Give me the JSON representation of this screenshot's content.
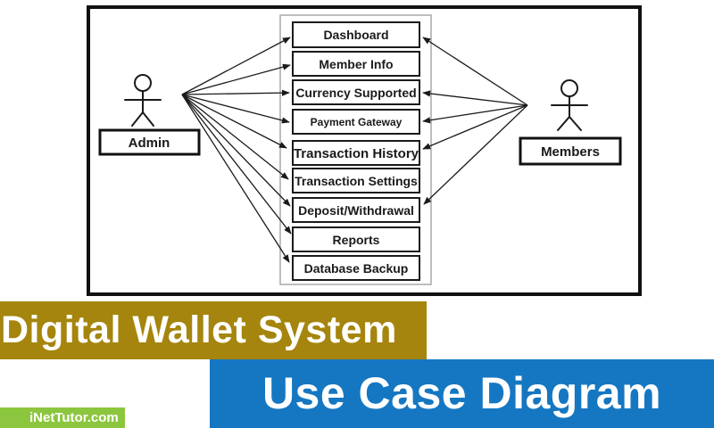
{
  "banner": {
    "system_title": "Digital Wallet System",
    "diagram_title": "Use Case Diagram",
    "watermark": "iNetTutor.com",
    "colors": {
      "gold": "#a5850d",
      "blue": "#1577c2",
      "green": "#8cc63e"
    }
  },
  "diagram": {
    "actors": [
      {
        "name": "Admin"
      },
      {
        "name": "Members"
      }
    ],
    "use_cases": [
      {
        "label": "Dashboard"
      },
      {
        "label": "Member Info"
      },
      {
        "label": "Currency Supported"
      },
      {
        "label": "Payment Gateway"
      },
      {
        "label": "Transaction History"
      },
      {
        "label": "Transaction Settings"
      },
      {
        "label": "Deposit/Withdrawal"
      },
      {
        "label": "Reports"
      },
      {
        "label": "Database Backup"
      }
    ],
    "connections": {
      "admin": [
        "Dashboard",
        "Member Info",
        "Currency Supported",
        "Payment Gateway",
        "Transaction History",
        "Transaction Settings",
        "Deposit/Withdrawal",
        "Reports",
        "Database Backup"
      ],
      "members": [
        "Dashboard",
        "Currency Supported",
        "Payment Gateway",
        "Transaction History",
        "Deposit/Withdrawal"
      ]
    }
  }
}
